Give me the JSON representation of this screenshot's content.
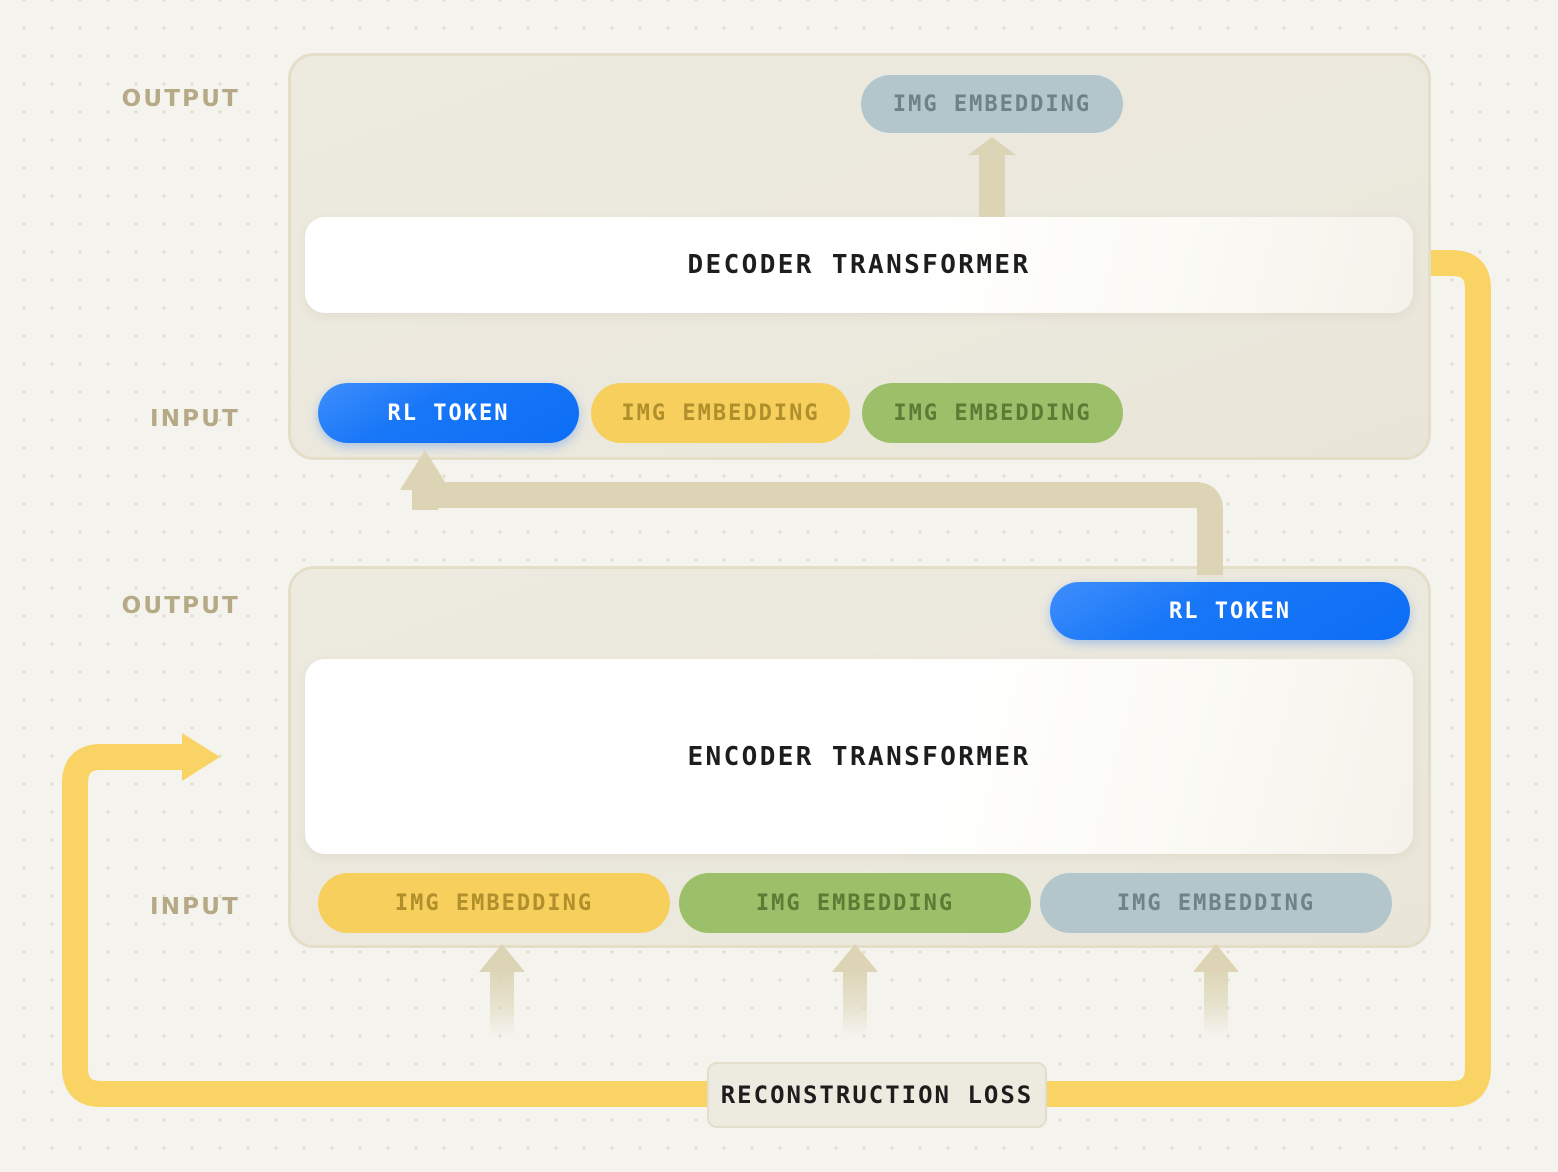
{
  "diagram": {
    "title": "Encoder-Decoder Transformer with RL Token and Reconstruction Loss",
    "background_color": "#f4f3ed",
    "dot_color": "#e2ddcb"
  },
  "labels": {
    "output_top": "OUTPUT",
    "input_top": "INPUT",
    "output_bottom": "OUTPUT",
    "input_bottom": "INPUT",
    "color": "#b6a985"
  },
  "decoder_section": {
    "transformer_label": "DECODER TRANSFORMER",
    "output_chips": [
      {
        "label": "IMG EMBEDDING",
        "color": "#b2c6cb",
        "text_color": "#6e8288",
        "kind": "img-embedding"
      }
    ],
    "input_chips": [
      {
        "label": "RL TOKEN",
        "color": "#1877f7",
        "text_color": "#ffffff",
        "kind": "rl-token"
      },
      {
        "label": "IMG EMBEDDING",
        "color": "#f7cf5c",
        "text_color": "#b08f2d",
        "kind": "img-embedding"
      },
      {
        "label": "IMG EMBEDDING",
        "color": "#9cc069",
        "text_color": "#5c7c36",
        "kind": "img-embedding"
      }
    ]
  },
  "encoder_section": {
    "transformer_label": "ENCODER TRANSFORMER",
    "output_chips": [
      {
        "label": "RL TOKEN",
        "color": "#1877f7",
        "text_color": "#ffffff",
        "kind": "rl-token"
      }
    ],
    "input_chips": [
      {
        "label": "IMG EMBEDDING",
        "color": "#f7cf5c",
        "text_color": "#b08f2d",
        "kind": "img-embedding"
      },
      {
        "label": "IMG EMBEDDING",
        "color": "#9cc069",
        "text_color": "#5c7c36",
        "kind": "img-embedding"
      },
      {
        "label": "IMG EMBEDDING",
        "color": "#b2c6cb",
        "text_color": "#6e8288",
        "kind": "img-embedding"
      }
    ]
  },
  "loss": {
    "label": "RECONSTRUCTION LOSS",
    "loop_color": "#f9d464"
  },
  "connectors": {
    "beige_color": "#dcd4b4",
    "rl_token_feedback": "encoder RL TOKEN output routed to decoder RL TOKEN input",
    "decoder_output_arrow": "decoder transformer to IMG EMBEDDING output",
    "encoder_input_arrows": "three faded arrows rising into encoder input chips",
    "reconstruction_loop": "decoder transformer right edge down around to encoder inputs on the left"
  }
}
